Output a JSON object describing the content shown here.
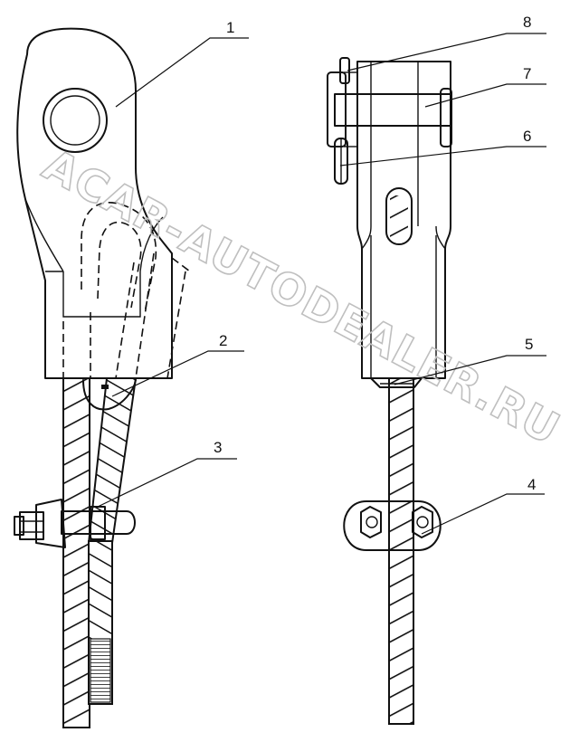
{
  "watermark": "ACAR-AUTODEALER.RU",
  "callouts": [
    {
      "id": "1",
      "label": "1"
    },
    {
      "id": "2",
      "label": "2"
    },
    {
      "id": "3",
      "label": "3"
    },
    {
      "id": "4",
      "label": "4"
    },
    {
      "id": "5",
      "label": "5"
    },
    {
      "id": "6",
      "label": "6"
    },
    {
      "id": "7",
      "label": "7"
    },
    {
      "id": "8",
      "label": "8"
    }
  ],
  "colors": {
    "ink": "#111111",
    "watermark": "#bfbfbf",
    "background": "#ffffff"
  }
}
